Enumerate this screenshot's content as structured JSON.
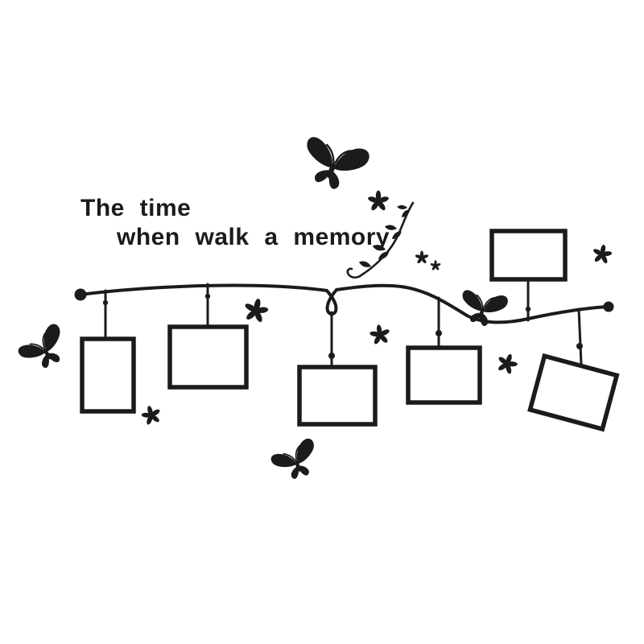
{
  "quote": {
    "line1": "The time",
    "line2": "when walk a memory"
  },
  "colors": {
    "ink": "#1b1b1b",
    "background": "#ffffff"
  },
  "decal": {
    "photo_frames": 6,
    "butterflies": 4,
    "flowers": 8,
    "has_vine_branch": true,
    "has_hanging_wire": true
  }
}
